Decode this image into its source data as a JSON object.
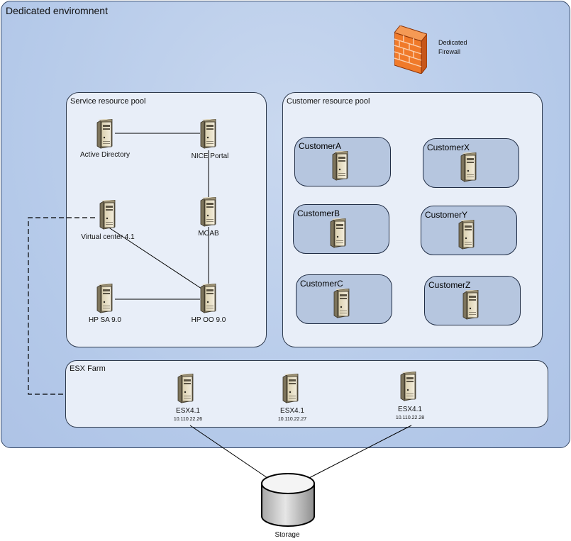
{
  "environment": {
    "title": "Dedicated enviromnent"
  },
  "firewall": {
    "label_line1": "Dedicated",
    "label_line2": "Firewall",
    "icon": "firewall-icon"
  },
  "service_pool": {
    "title": "Service resource pool",
    "nodes": {
      "ad": "Active Directory",
      "nice": "NICE Portal",
      "vc": "Virtual center 4.1",
      "moab": "MOAB",
      "hpsa": "HP SA 9.0",
      "hpoo": "HP OO 9.0"
    }
  },
  "customer_pool": {
    "title": "Customer resource pool",
    "customers": {
      "a": "CustomerA",
      "b": "CustomerB",
      "c": "CustomerC",
      "x": "CustomerX",
      "y": "CustomerY",
      "z": "CustomerZ"
    }
  },
  "esx_farm": {
    "title": "ESX Farm",
    "hosts": [
      {
        "name": "ESX4.1",
        "ip": "10.110.22.26"
      },
      {
        "name": "ESX4.1",
        "ip": "10.110.22.27"
      },
      {
        "name": "ESX4.1",
        "ip": "10.110.22.28"
      }
    ]
  },
  "storage": {
    "label": "Storage",
    "icon": "storage-cylinder-icon"
  },
  "colors": {
    "environment_fill": "#b4c9e9",
    "pool_fill": "#e8eef8",
    "customer_fill": "#b6c6df",
    "firewall_orange": "#f07a2a",
    "server_beige": "#e6ddc5"
  }
}
